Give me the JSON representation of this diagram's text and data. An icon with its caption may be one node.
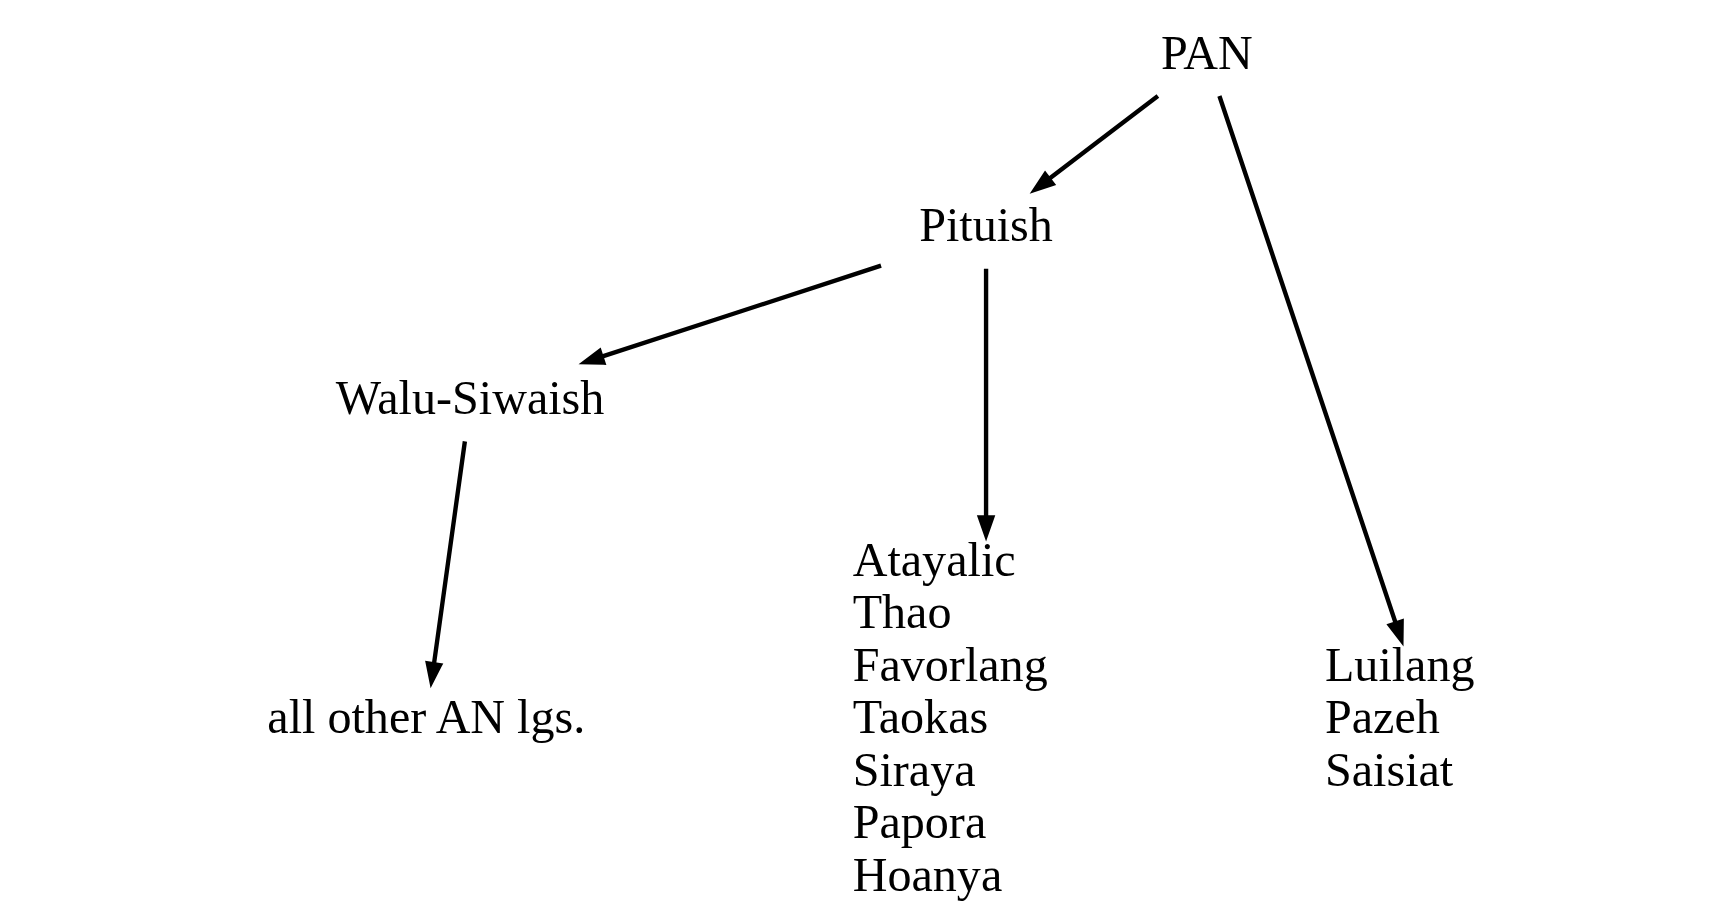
{
  "diagram": {
    "nodes": [
      {
        "text": [
          "PAN"
        ]
      },
      {
        "text": [
          "Pituish"
        ]
      },
      {
        "text": [
          "Walu-Siwaish"
        ]
      },
      {
        "text": [
          "Luilang",
          "Pazeh",
          "Saisiat"
        ]
      },
      {
        "text": [
          "Atayalic",
          "Thao",
          "Favorlang",
          "Taokas",
          "Siraya",
          "Papora",
          "Hoanya"
        ]
      },
      {
        "text": [
          "all other AN lgs."
        ]
      }
    ],
    "edges": [
      {
        "from": 0,
        "to": 1,
        "arrow": "to"
      },
      {
        "from": 1,
        "to": 2,
        "arrow": "to"
      },
      {
        "from": 0,
        "to": 3,
        "arrow": "to"
      },
      {
        "from": 1,
        "to": 4,
        "arrow": "to"
      },
      {
        "from": 2,
        "to": 5,
        "arrow": "to"
      }
    ]
  }
}
